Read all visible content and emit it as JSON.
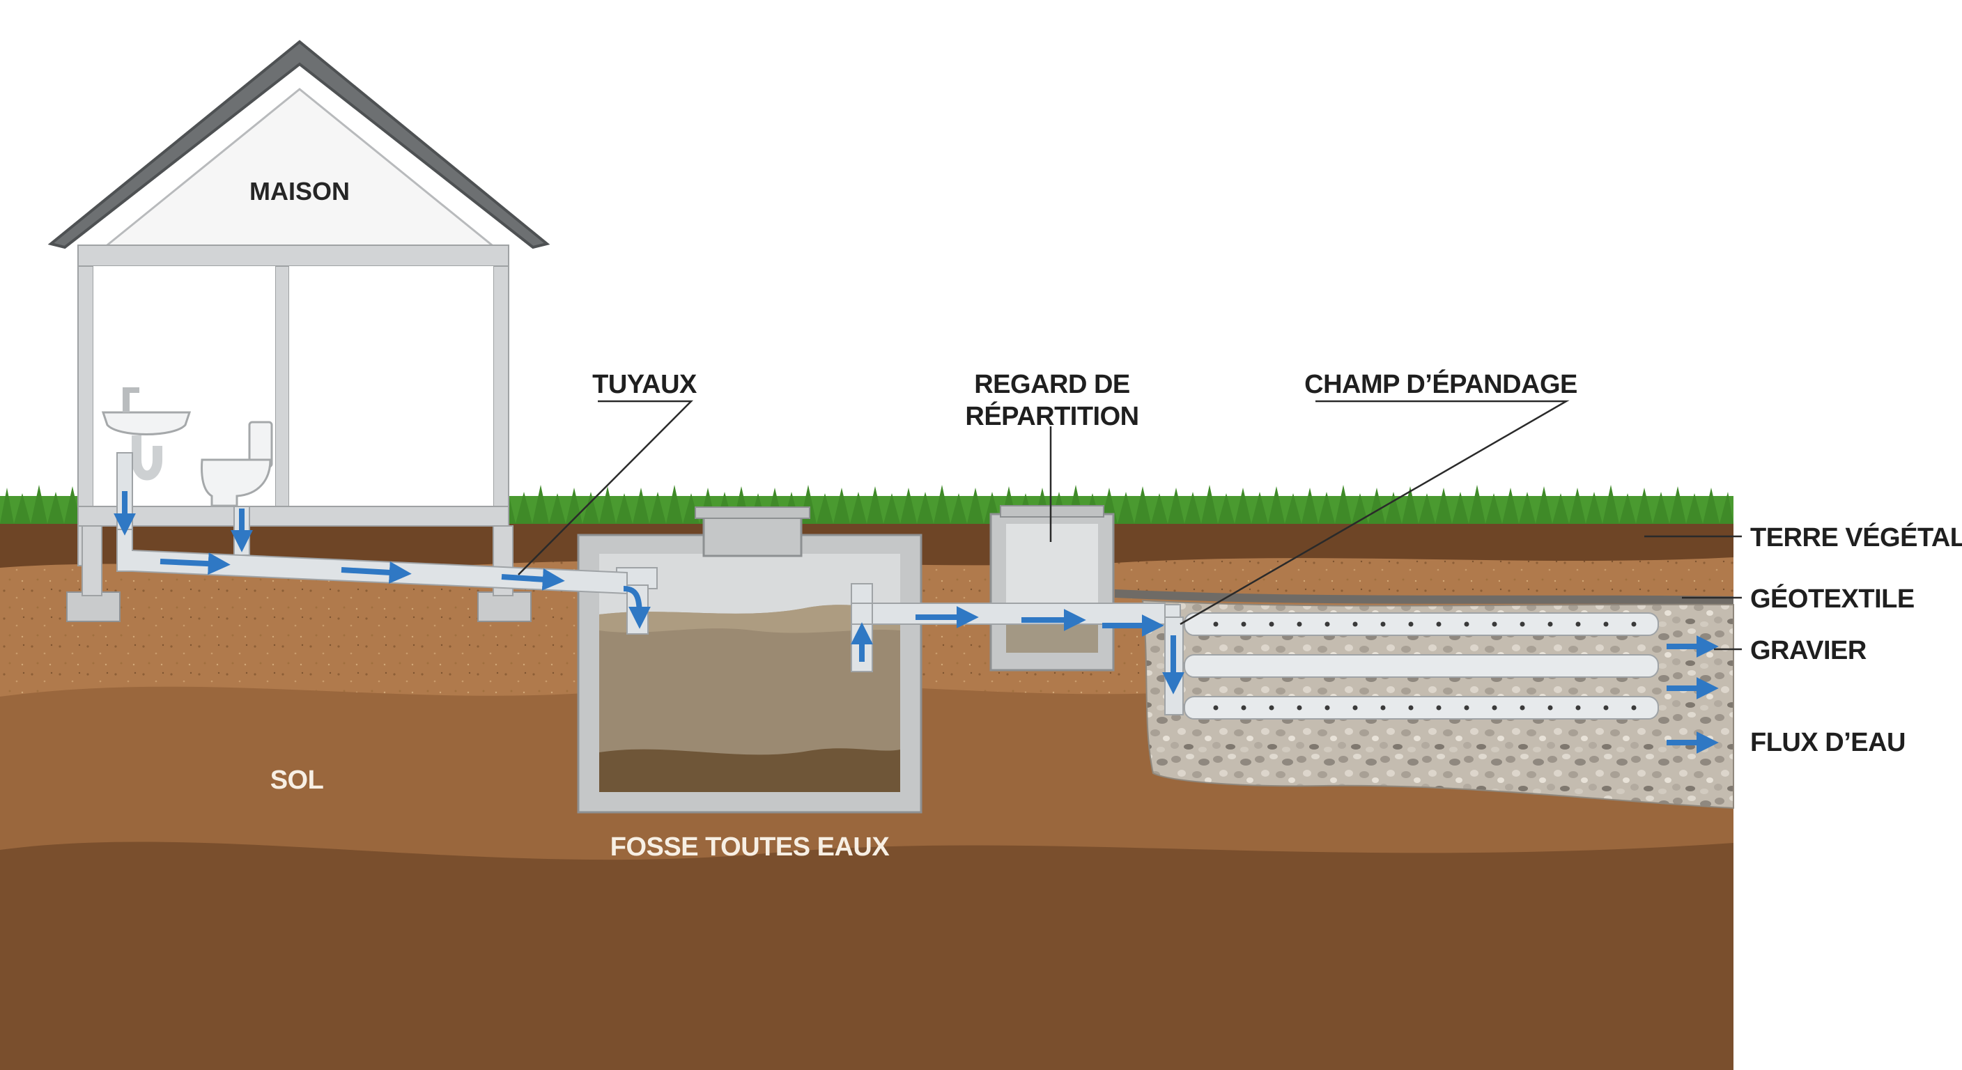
{
  "labels": {
    "maison": "MAISON",
    "tuyaux": "TUYAUX",
    "regard_line1": "REGARD DE",
    "regard_line2": "RÉPARTITION",
    "champ": "CHAMP D’ÉPANDAGE",
    "terre_vegetale": "TERRE VÉGÉTALE",
    "geotextile": "GÉOTEXTILE",
    "gravier": "GRAVIER",
    "flux": "FLUX D’EAU",
    "sol": "SOL",
    "fosse": "FOSSE TOUTES EAUX"
  },
  "colors": {
    "grass": "#4a9a30",
    "topsoil": "#6e4526",
    "soil": "#b07a4c",
    "deep_soil": "#7a4f2d",
    "concrete": "#c9cbcc",
    "pipe": "#dfe3e6",
    "water_arrow": "#2f78c4",
    "gravel": "#bfb7ab",
    "sludge": "#8a7258"
  },
  "icons": {
    "sink": "sink-icon",
    "toilet": "toilet-icon",
    "flow": "flow-arrow-icon"
  }
}
